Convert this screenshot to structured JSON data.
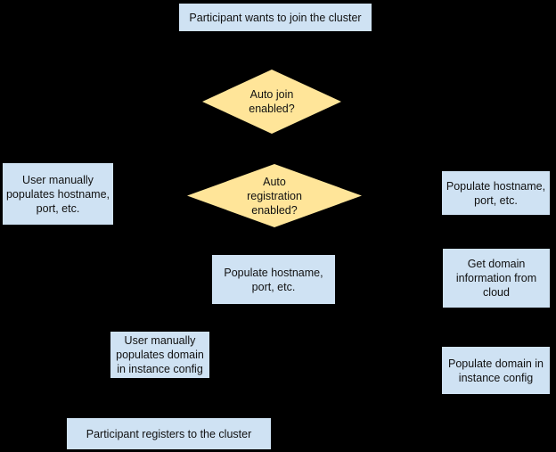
{
  "diagram": {
    "colors": {
      "background": "#000000",
      "process_fill": "#cfe2f3",
      "decision_fill": "#ffe599",
      "border": "#000000",
      "text": "#111111"
    },
    "nodes": {
      "start": {
        "type": "process",
        "label": "Participant wants to join the cluster"
      },
      "auto_join": {
        "type": "decision",
        "label": "Auto join\nenabled?"
      },
      "auto_registration": {
        "type": "decision",
        "label": "Auto\nregistration\nenabled?"
      },
      "manual_hostname": {
        "type": "process",
        "label": "User manually\npopulates hostname,\nport, etc."
      },
      "populate_hostname_right": {
        "type": "process",
        "label": "Populate hostname,\nport, etc."
      },
      "populate_hostname_mid": {
        "type": "process",
        "label": "Populate hostname,\nport, etc."
      },
      "get_domain_cloud": {
        "type": "process",
        "label": "Get domain\ninformation from\ncloud"
      },
      "manual_domain": {
        "type": "process",
        "label": "User manually\npopulates domain\nin instance config"
      },
      "populate_domain": {
        "type": "process",
        "label": "Populate domain in\ninstance config"
      },
      "register": {
        "type": "process",
        "label": "Participant registers to the cluster"
      }
    }
  }
}
